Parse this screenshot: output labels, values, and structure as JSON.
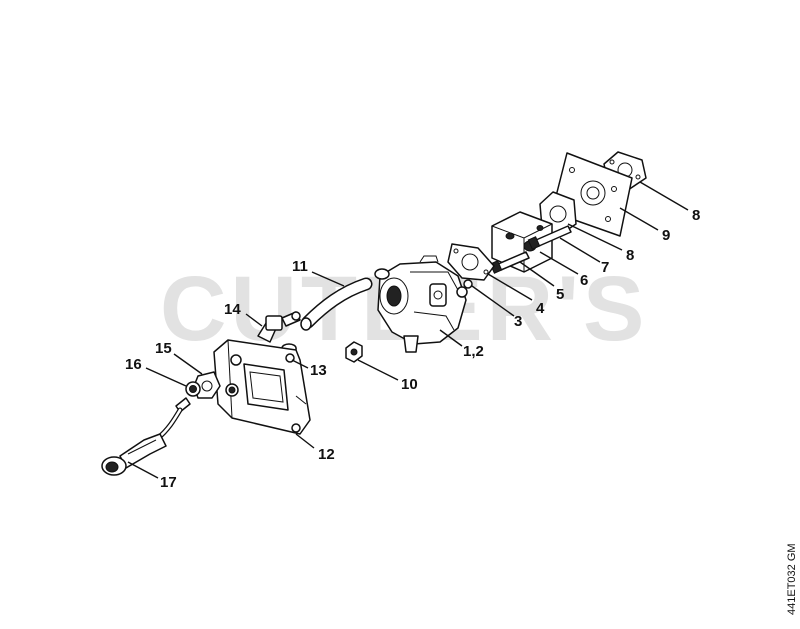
{
  "watermark": "CUTLER'S",
  "drawing_code": "441ET032 GM",
  "callouts": [
    {
      "id": "c-8a",
      "label": "8"
    },
    {
      "id": "c-9",
      "label": "9"
    },
    {
      "id": "c-8b",
      "label": "8"
    },
    {
      "id": "c-7",
      "label": "7"
    },
    {
      "id": "c-6",
      "label": "6"
    },
    {
      "id": "c-5",
      "label": "5"
    },
    {
      "id": "c-4",
      "label": "4"
    },
    {
      "id": "c-3",
      "label": "3"
    },
    {
      "id": "c-12a",
      "label": "1,2"
    },
    {
      "id": "c-11",
      "label": "11"
    },
    {
      "id": "c-14",
      "label": "14"
    },
    {
      "id": "c-13",
      "label": "13"
    },
    {
      "id": "c-10",
      "label": "10"
    },
    {
      "id": "c-15",
      "label": "15"
    },
    {
      "id": "c-16",
      "label": "16"
    },
    {
      "id": "c-12",
      "label": "12"
    },
    {
      "id": "c-17",
      "label": "17"
    }
  ]
}
